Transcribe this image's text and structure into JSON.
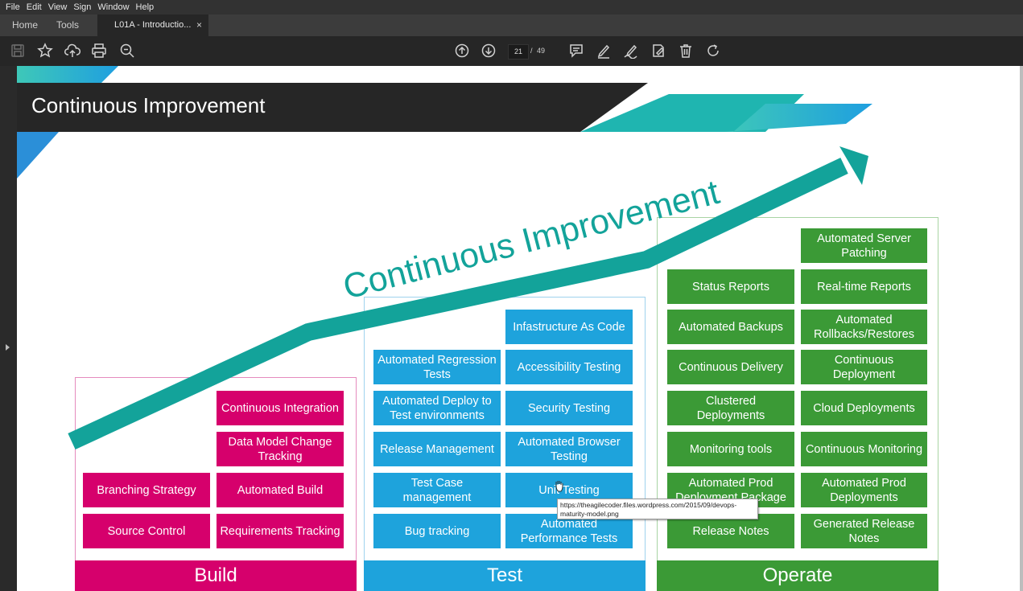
{
  "menu": [
    "File",
    "Edit",
    "View",
    "Sign",
    "Window",
    "Help"
  ],
  "tabs": {
    "home": "Home",
    "tools": "Tools",
    "document": "L01A - Introductio...",
    "close": "×"
  },
  "toolbar": {
    "page_current": "21",
    "page_separator": "/",
    "page_total": "49"
  },
  "slide": {
    "title": "Continuous Improvement",
    "arrow_label": "Continuous Improvement",
    "build": {
      "header": "Build",
      "items": [
        "Continuous Integration",
        "Data Model Change Tracking",
        "Branching Strategy",
        "Automated Build",
        "Source Control",
        "Requirements Tracking"
      ]
    },
    "test": {
      "header": "Test",
      "items": [
        "Infastructure As Code",
        "Automated Regression Tests",
        "Accessibility Testing",
        "Automated Deploy to Test environments",
        "Security Testing",
        "Release Management",
        "Automated Browser Testing",
        "Test Case management",
        "Unit Testing",
        "Bug tracking",
        "Automated Performance Tests"
      ]
    },
    "operate": {
      "header": "Operate",
      "items": [
        "Automated Server Patching",
        "Status Reports",
        "Real-time Reports",
        "Automated Backups",
        "Automated Rollbacks/Restores",
        "Continuous Delivery",
        "Continuous Deployment",
        "Clustered Deployments",
        "Cloud Deployments",
        "Monitoring tools",
        "Continuous Monitoring",
        "Automated Prod Deployment Package",
        "Automated Prod Deployments",
        "Release Notes",
        "Generated Release Notes"
      ]
    }
  },
  "tooltip": "https://theagilecoder.files.wordpress.com/2015/09/devops-maturity-model.png",
  "colors": {
    "build": "#d6006c",
    "test": "#1ea3dc",
    "operate": "#3b9a36",
    "arrow": "#13a39a",
    "title_bar": "#262626"
  },
  "icons": [
    "save-icon",
    "bookmark-star-icon",
    "upload-cloud-icon",
    "print-icon",
    "zoom-icon",
    "page-up-icon",
    "page-down-icon",
    "comment-icon",
    "highlight-pen-icon",
    "sign-pen-icon",
    "edit-stamp-icon",
    "delete-icon",
    "rotate-icon"
  ]
}
